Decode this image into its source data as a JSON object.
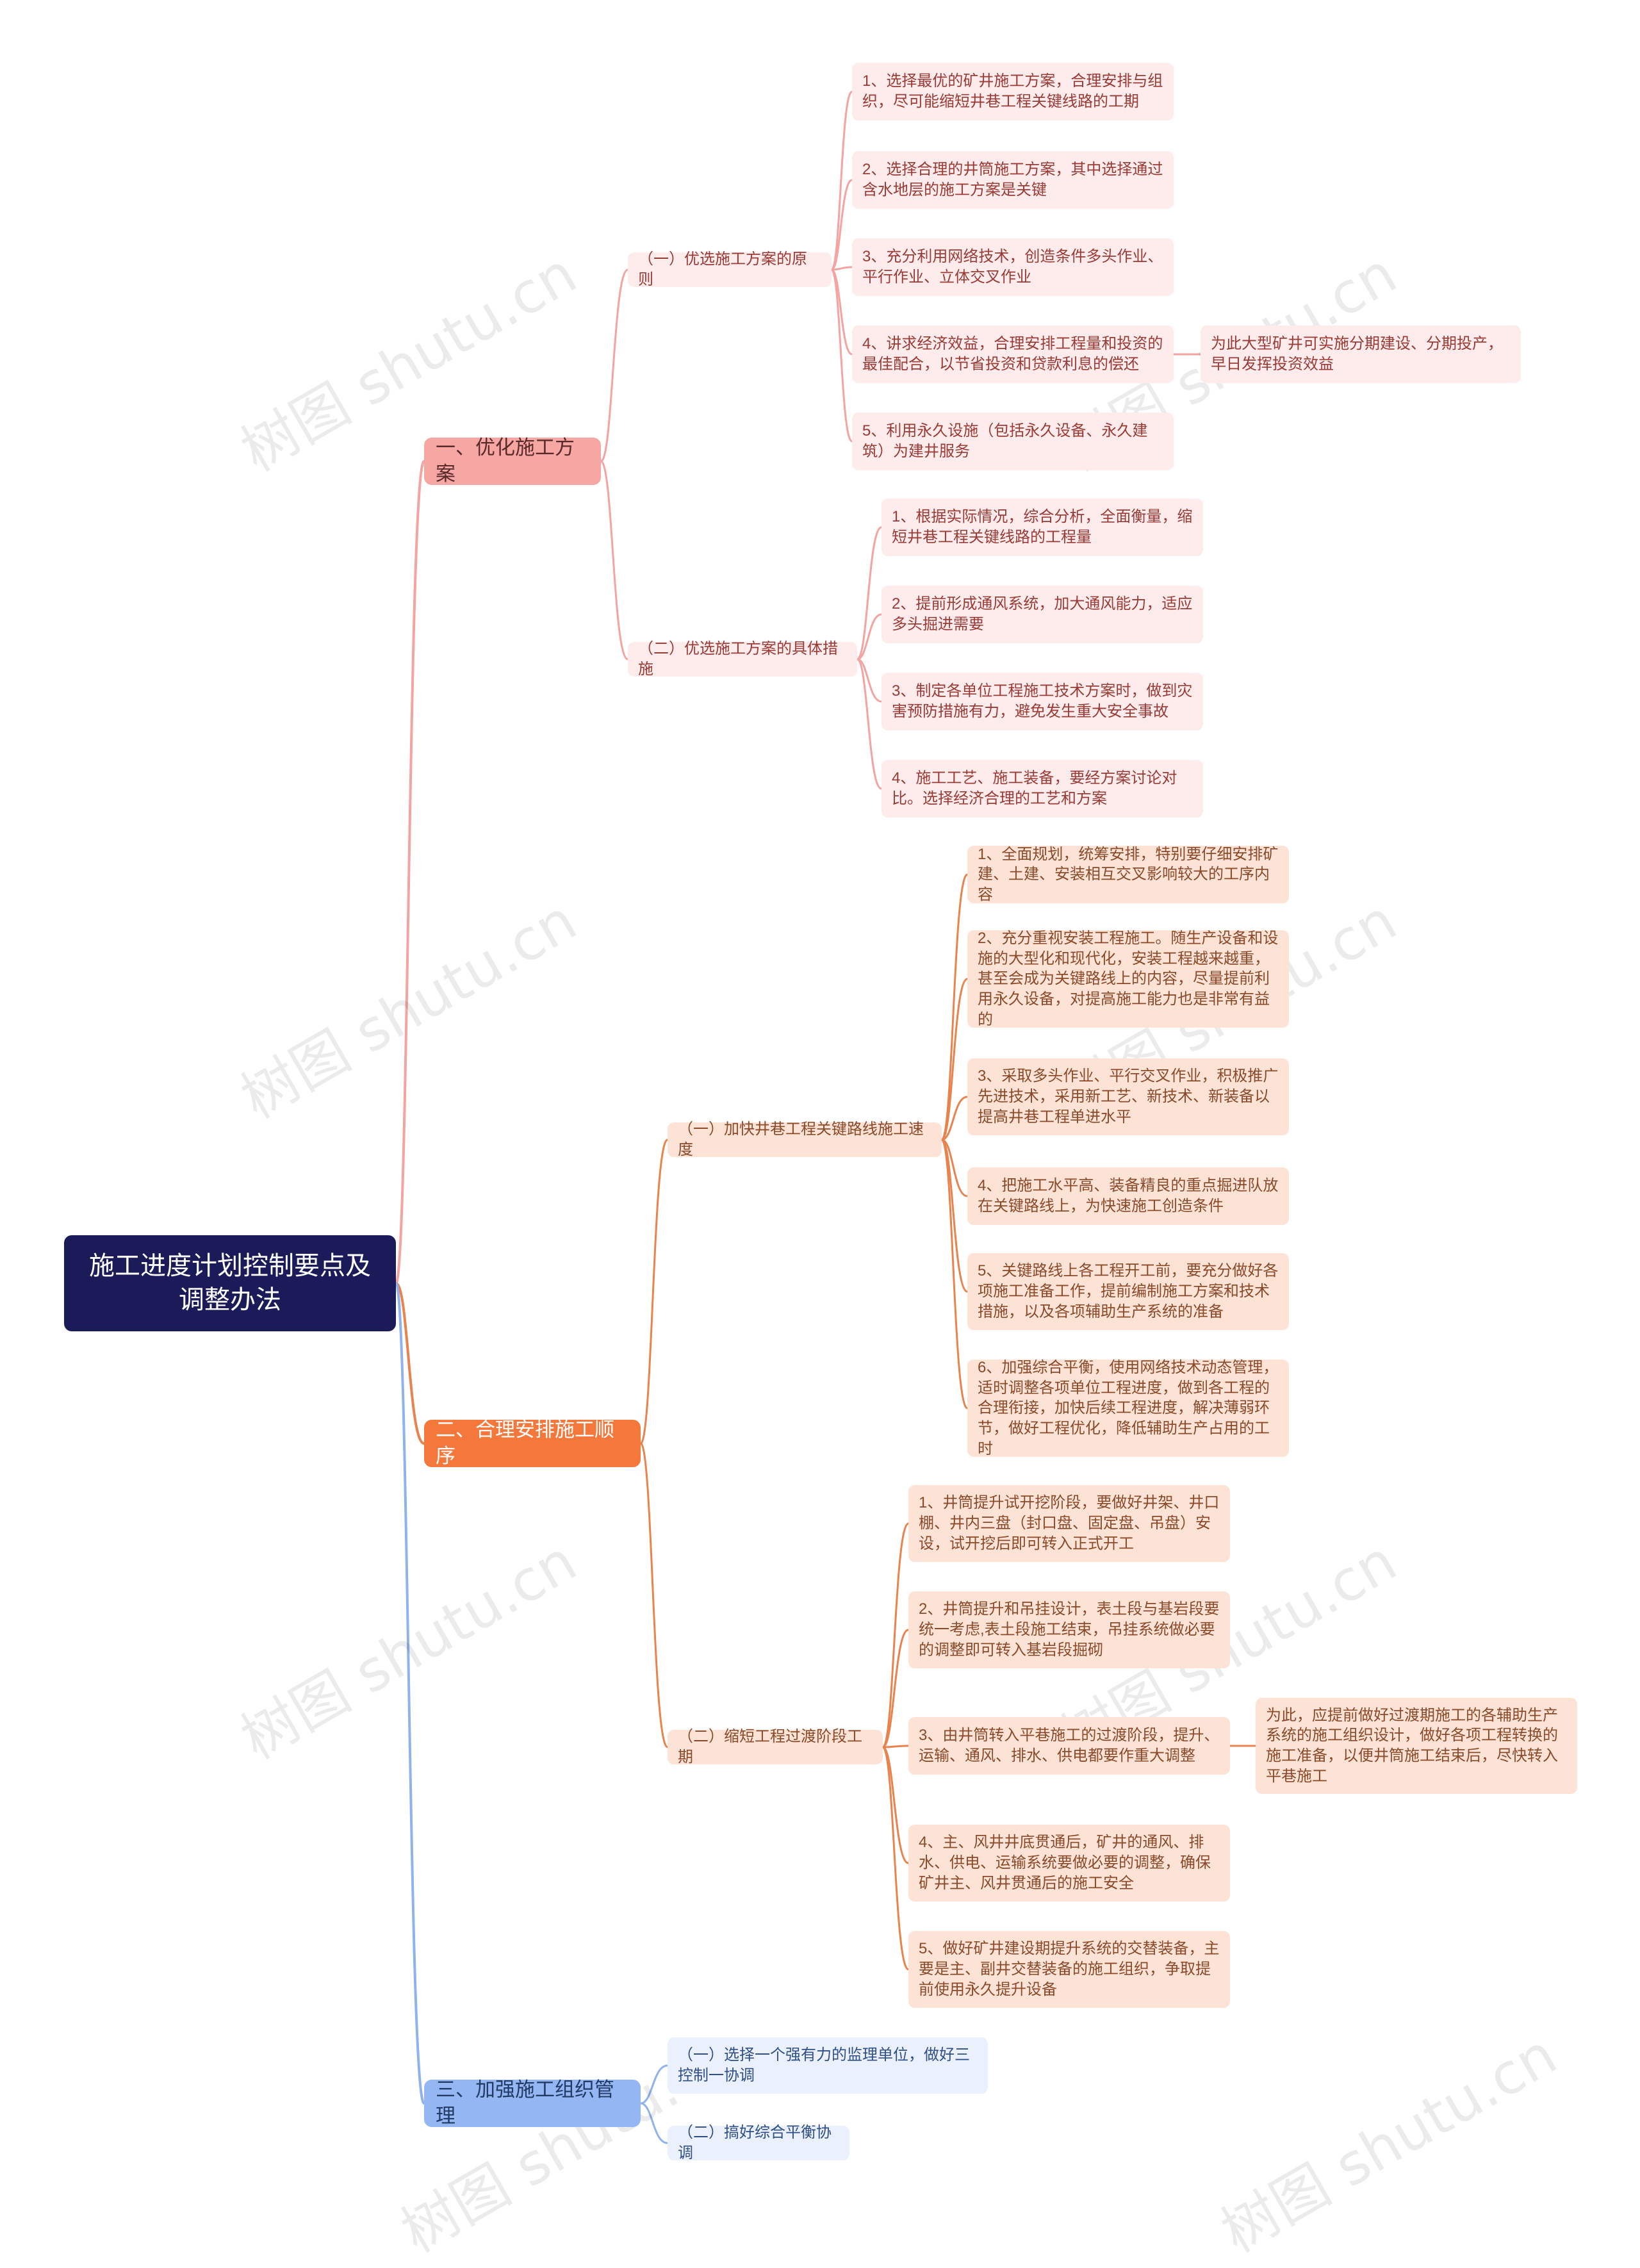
{
  "root": "施工进度计划控制要点及调整办法",
  "branches": [
    {
      "label": "一、优化施工方案",
      "children": [
        {
          "label": "（一）优选施工方案的原则",
          "items": [
            "1、选择最优的矿井施工方案，合理安排与组织，尽可能缩短井巷工程关键线路的工期",
            "2、选择合理的井筒施工方案，其中选择通过含水地层的施工方案是关键",
            "3、充分利用网络技术，创造条件多头作业、平行作业、立体交叉作业",
            "4、讲求经济效益，合理安排工程量和投资的最佳配合，以节省投资和贷款利息的偿还",
            "5、利用永久设施（包括永久设备、永久建筑）为建井服务"
          ],
          "note": "为此大型矿井可实施分期建设、分期投产，早日发挥投资效益"
        },
        {
          "label": "（二）优选施工方案的具体措施",
          "items": [
            "1、根据实际情况，综合分析，全面衡量，缩短井巷工程关键线路的工程量",
            "2、提前形成通风系统，加大通风能力，适应多头掘进需要",
            "3、制定各单位工程施工技术方案时，做到灾害预防措施有力，避免发生重大安全事故",
            "4、施工工艺、施工装备，要经方案讨论对比。选择经济合理的工艺和方案"
          ]
        }
      ]
    },
    {
      "label": "二、合理安排施工顺序",
      "children": [
        {
          "label": "（一）加快井巷工程关键路线施工速度",
          "items": [
            "1、全面规划，统筹安排，特别要仔细安排矿建、土建、安装相互交叉影响较大的工序内容",
            "2、充分重视安装工程施工。随生产设备和设施的大型化和现代化，安装工程越来越重，甚至会成为关键路线上的内容，尽量提前利用永久设备，对提高施工能力也是非常有益的",
            "3、采取多头作业、平行交叉作业，积极推广先进技术，采用新工艺、新技术、新装备以提高井巷工程单进水平",
            "4、把施工水平高、装备精良的重点掘进队放在关键路线上，为快速施工创造条件",
            "5、关键路线上各工程开工前，要充分做好各项施工准备工作，提前编制施工方案和技术措施，以及各项辅助生产系统的准备",
            "6、加强综合平衡，使用网络技术动态管理，适时调整各项单位工程进度，做到各工程的合理衔接，加快后续工程进度，解决薄弱环节，做好工程优化，降低辅助生产占用的工时"
          ]
        },
        {
          "label": "（二）缩短工程过渡阶段工期",
          "items": [
            "1、井筒提升试开挖阶段，要做好井架、井口棚、井内三盘（封口盘、固定盘、吊盘）安设，试开挖后即可转入正式开工",
            "2、井筒提升和吊挂设计，表土段与基岩段要统一考虑,表土段施工结束，吊挂系统做必要的调整即可转入基岩段掘砌",
            "3、由井筒转入平巷施工的过渡阶段，提升、运输、通风、排水、供电都要作重大调整",
            "4、主、风井井底贯通后，矿井的通风、排水、供电、运输系统要做必要的调整，确保矿井主、风井贯通后的施工安全",
            "5、做好矿井建设期提升系统的交替装备，主要是主、副井交替装备的施工组织，争取提前使用永久提升设备"
          ],
          "note": "为此，应提前做好过渡期施工的各辅助生产系统的施工组织设计，做好各项工程转换的施工准备，以便井筒施工结束后，尽快转入平巷施工"
        }
      ]
    },
    {
      "label": "三、加强施工组织管理",
      "children": [
        {
          "label": "（一）选择一个强有力的监理单位，做好三控制一协调"
        },
        {
          "label": "（二）搞好综合平衡协调"
        }
      ]
    }
  ],
  "watermark": "树图 shutu.cn",
  "colors": {
    "root_bg": "#1b1b5a",
    "branch1": "#f6a6a3",
    "branch2": "#f4783b",
    "branch3": "#94b6f2",
    "link1": "#f4a3a0",
    "link2": "#e9834d",
    "link3": "#8fb2ee"
  }
}
